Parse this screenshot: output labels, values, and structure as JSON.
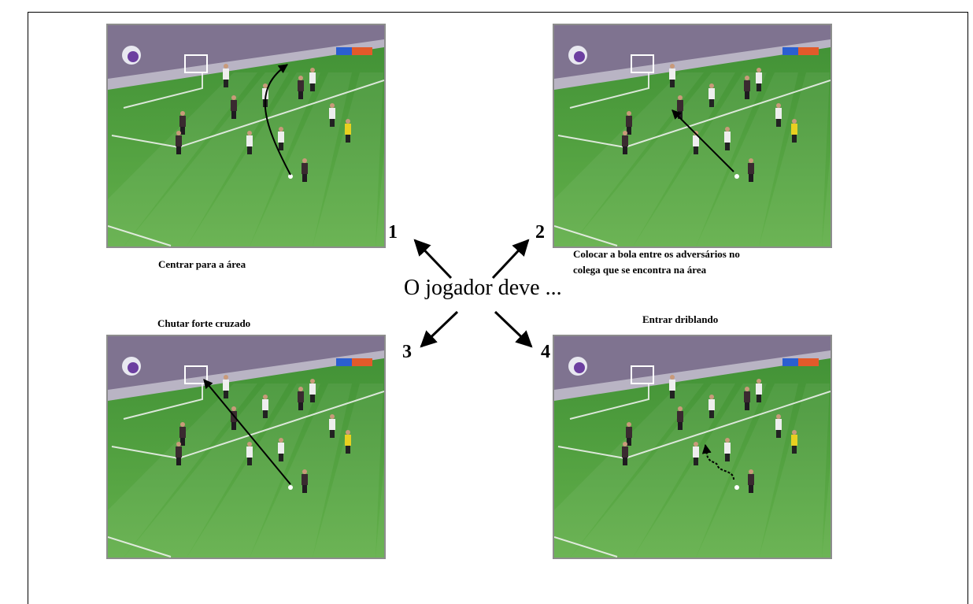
{
  "center_text": "O jogador deve ...",
  "options": [
    {
      "number": "1",
      "caption": "Centrar para a área"
    },
    {
      "number": "2",
      "caption_lines": [
        "Colocar a bola entre os adversários no",
        "colega que se encontra na área"
      ]
    },
    {
      "number": "3",
      "caption": "Chutar forte cruzado"
    },
    {
      "number": "4",
      "caption": "Entrar driblando"
    }
  ],
  "colors": {
    "pitch_light": "#63b04b",
    "pitch_dark": "#3f8f34",
    "stands": "#7f7390",
    "ink": "#000000"
  }
}
